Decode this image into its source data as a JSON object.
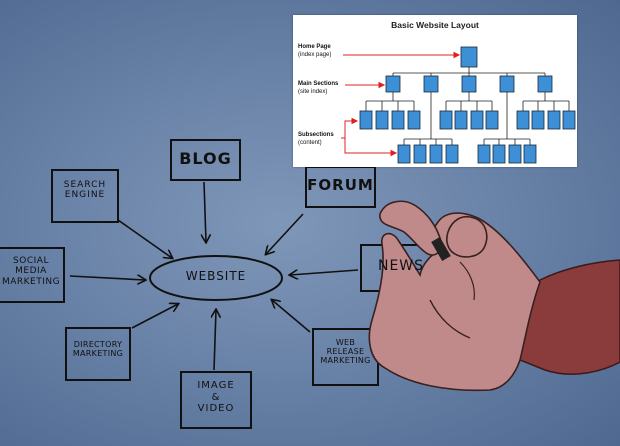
{
  "diagram": {
    "center": "WEBSITE",
    "nodes": {
      "blog": "BLOG",
      "forum": "FORUM",
      "search": [
        "SEARCH",
        "ENGINE"
      ],
      "social": [
        "SOCIAL",
        "MEDIA",
        "MARKETING"
      ],
      "news": "NEWS",
      "directory": [
        "DIRECTORY",
        "MARKETING"
      ],
      "image": [
        "IMAGE",
        "&",
        "VIDEO"
      ],
      "webrelease": [
        "WEB",
        "RELEASE",
        "MARKETING"
      ]
    }
  },
  "inset": {
    "title": "Basic Website Layout",
    "home_label": "Home Page",
    "home_sub": "(index page)",
    "main_label": "Main Sections",
    "main_sub": "(site index)",
    "subs_label": "Subsections",
    "subs_sub": "(content)"
  },
  "colors": {
    "box_fill": "#3d8fd6",
    "box_stroke": "#1a2a3a",
    "arrow_red": "#e02020",
    "skin": "#c08a8a",
    "sleeve": "#8a3c3c"
  }
}
